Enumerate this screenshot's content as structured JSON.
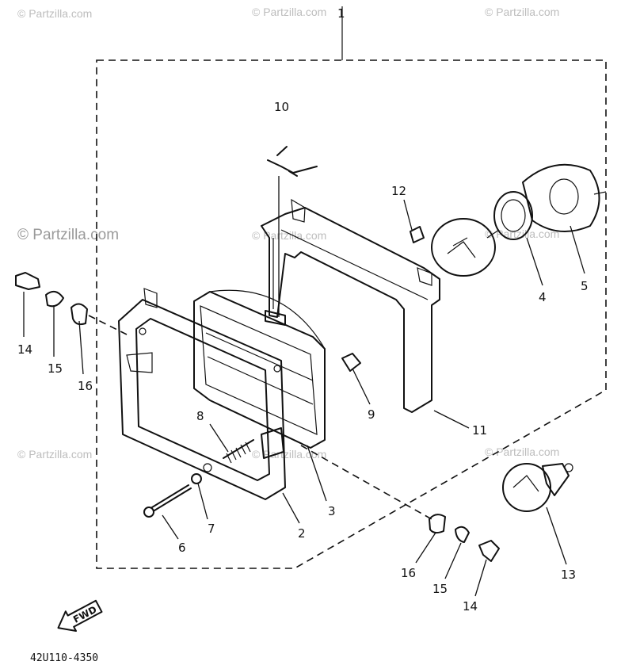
{
  "diagram": {
    "code": "42U110-4350",
    "fwd_label": "FWD",
    "watermark": "© Partzilla.com",
    "callouts": [
      "1",
      "2",
      "3",
      "4",
      "5",
      "6",
      "7",
      "8",
      "9",
      "10",
      "11",
      "12",
      "13",
      "14",
      "15",
      "16"
    ]
  },
  "labels": {
    "l1": "1",
    "l2": "2",
    "l3": "3",
    "l4": "4",
    "l5": "5",
    "l6": "6",
    "l7": "7",
    "l8": "8",
    "l9": "9",
    "l10": "10",
    "l11": "11",
    "l12": "12",
    "l13": "13",
    "l14a": "14",
    "l15a": "15",
    "l16a": "16",
    "l14b": "14",
    "l15b": "15",
    "l16b": "16"
  }
}
